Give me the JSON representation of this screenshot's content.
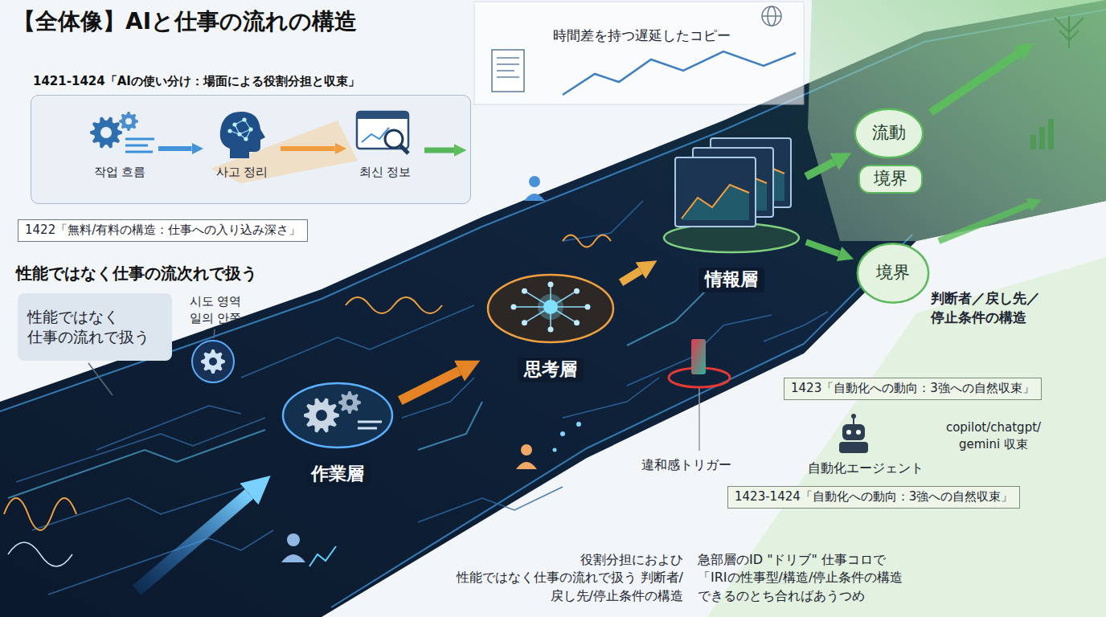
{
  "diagram": {
    "title": "【全体像】AIと仕事の流れの構造",
    "nodes": [
      {
        "text": [
          "1421-1424「AIの使い分け：場面による役割分担と収束」"
        ]
      },
      {
        "text": [
          "작업 흐름"
        ],
        "in": 0
      },
      {
        "text": [
          "사고 정리"
        ],
        "in": 0
      },
      {
        "text": [
          "최신 정보"
        ],
        "in": 0
      },
      {
        "text": [
          "1422「無料/有料の構造：仕事への入り込み深さ」"
        ]
      },
      {
        "text": [
          "性能ではなく 仕事の流れで扱う"
        ]
      },
      {
        "text": [
          "作業層"
        ]
      },
      {
        "text": [
          "思考層"
        ]
      },
      {
        "text": [
          "情報層"
        ]
      },
      {
        "text": [
          "流動"
        ]
      },
      {
        "text": [
          "境界"
        ]
      },
      {
        "text": [
          "境界"
        ]
      },
      {
        "text": [
          "1423「自動化への動向：3強への自然収束」"
        ]
      },
      {
        "text": [
          "1423-1424「自動化への動向：3強への自然収束」"
        ]
      }
    ],
    "edges": [
      {
        "from": 1,
        "to": 2,
        "arrow": "to"
      },
      {
        "from": 2,
        "to": 3,
        "arrow": "to"
      },
      {
        "from": 6,
        "to": 7,
        "arrow": "to"
      },
      {
        "from": 7,
        "to": 8,
        "arrow": "to"
      },
      {
        "from": 8,
        "to": 9,
        "arrow": "to"
      },
      {
        "from": 8,
        "to": 11,
        "arrow": "to"
      }
    ],
    "labels": [
      "時間差を持つ遅延したコピー",
      "性能ではなく仕事の流次れで扱う",
      "시도 영역 일의 안쪽",
      "違和感トリガー",
      "判断者／戻し先／停止条件の構造",
      "自動化エージェント",
      "copilot/chatgpt/ gemini 収束",
      "役割分担におよひ 性能ではなく仕事の流れで扱う 判断者/戻し先/停止条件の構造",
      "急部層のID \"ドリブ\" 仕事コロで 「IRIの性事型/構造/停止条件の構造 できるのとち合ればあうつめ"
    ]
  }
}
